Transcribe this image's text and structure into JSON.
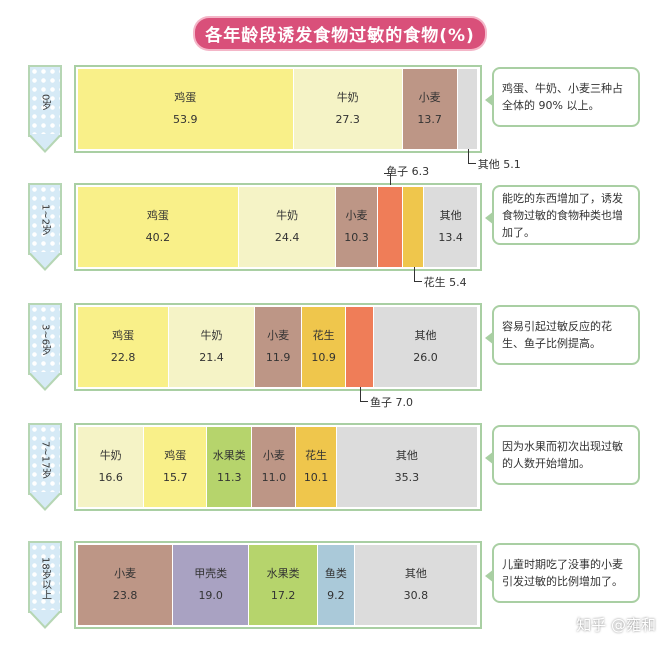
{
  "title": "各年龄段诱发食物过敏的食物(%)",
  "watermark": "知乎 @雍和",
  "chart_data": {
    "type": "bar",
    "stacked": true,
    "orientation": "horizontal",
    "title": "各年龄段诱发食物过敏的食物(%)",
    "colors": {
      "鸡蛋": "#f9f089",
      "牛奶": "#f5f3c6",
      "小麦": "#bd9686",
      "鱼子": "#ef7d58",
      "花生": "#efc64c",
      "其他": "#dcdcdc",
      "水果类": "#b6d46c",
      "甲壳类": "#a9a2c2",
      "鱼类": "#aac9d9"
    },
    "groups": [
      {
        "age": "0岁",
        "note": "鸡蛋、牛奶、小麦三种占全体的 90% 以上。",
        "segments": [
          {
            "name": "鸡蛋",
            "value": 53.9
          },
          {
            "name": "牛奶",
            "value": 27.3
          },
          {
            "name": "小麦",
            "value": 13.7
          },
          {
            "name": "其他",
            "value": 5.1,
            "callout": "below"
          }
        ]
      },
      {
        "age": "1~2岁",
        "note": "能吃的东西增加了，诱发食物过敏的食物种类也增加了。",
        "segments": [
          {
            "name": "鸡蛋",
            "value": 40.2
          },
          {
            "name": "牛奶",
            "value": 24.4
          },
          {
            "name": "小麦",
            "value": 10.3
          },
          {
            "name": "鱼子",
            "value": 6.3,
            "callout": "above"
          },
          {
            "name": "花生",
            "value": 5.4,
            "callout": "below"
          },
          {
            "name": "其他",
            "value": 13.4
          }
        ]
      },
      {
        "age": "3~6岁",
        "note": "容易引起过敏反应的花生、鱼子比例提高。",
        "segments": [
          {
            "name": "鸡蛋",
            "value": 22.8
          },
          {
            "name": "牛奶",
            "value": 21.4
          },
          {
            "name": "小麦",
            "value": 11.9
          },
          {
            "name": "花生",
            "value": 10.9
          },
          {
            "name": "鱼子",
            "value": 7.0,
            "callout": "below"
          },
          {
            "name": "其他",
            "value": 26.0
          }
        ]
      },
      {
        "age": "7~17岁",
        "note": "因为水果而初次出现过敏的人数开始增加。",
        "segments": [
          {
            "name": "牛奶",
            "value": 16.6
          },
          {
            "name": "鸡蛋",
            "value": 15.7
          },
          {
            "name": "水果类",
            "value": 11.3
          },
          {
            "name": "小麦",
            "value": 11.0
          },
          {
            "name": "花生",
            "value": 10.1
          },
          {
            "name": "其他",
            "value": 35.3
          }
        ]
      },
      {
        "age": "18岁以上",
        "note": "儿童时期吃了没事的小麦引发过敏的比例增加了。",
        "segments": [
          {
            "name": "小麦",
            "value": 23.8
          },
          {
            "name": "甲壳类",
            "value": 19.0
          },
          {
            "name": "水果类",
            "value": 17.2
          },
          {
            "name": "鱼类",
            "value": 9.2
          },
          {
            "name": "其他",
            "value": 30.8
          }
        ]
      }
    ]
  }
}
